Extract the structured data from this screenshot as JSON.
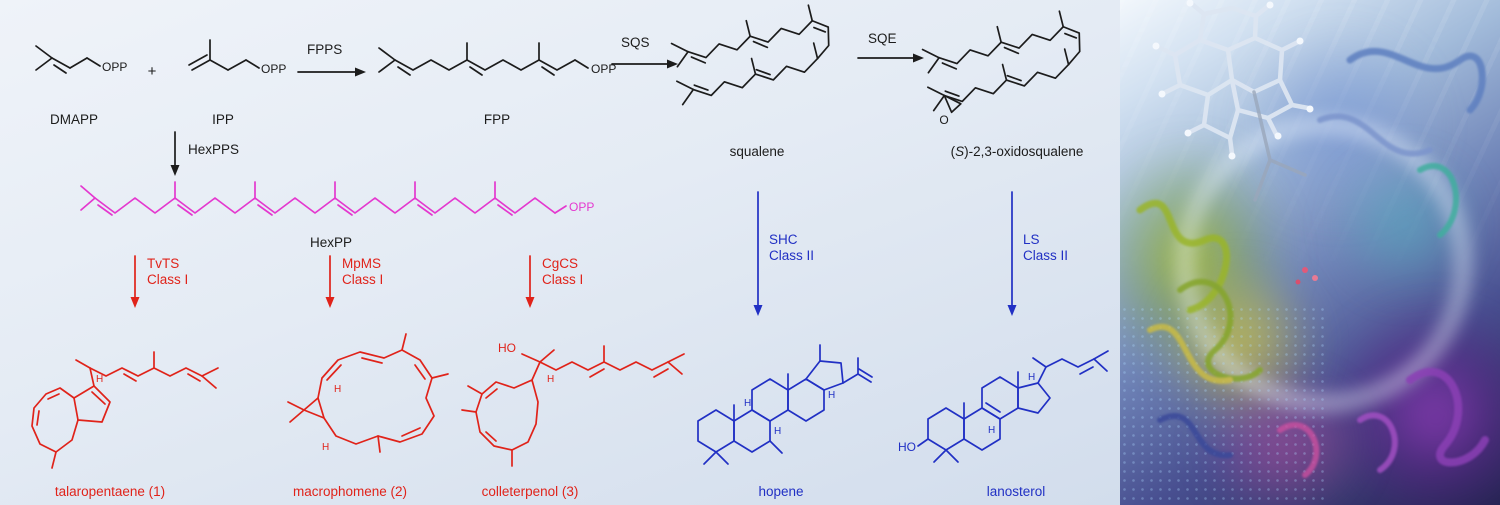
{
  "colors": {
    "structure_black": "#1c1c1c",
    "structure_red": "#e0231a",
    "structure_magenta": "#e438cf",
    "structure_blue": "#2130c4",
    "background_top": "#eff3f9",
    "background_bottom": "#cdd9ea"
  },
  "compounds": {
    "dmapp": "DMAPP",
    "ipp": "IPP",
    "fpp": "FPP",
    "squalene": "squalene",
    "oxidosqualene_pre": "(",
    "oxidosqualene_stereo": "S",
    "oxidosqualene_post": ")-2,3-oxidosqualene",
    "hexpp": "HexPP",
    "talaropentaene": "talaropentaene (1)",
    "macrophomene": "macrophomene (2)",
    "colleterpenol": "colleterpenol (3)",
    "hopene": "hopene",
    "lanosterol": "lanosterol"
  },
  "enzymes": {
    "fpps": "FPPS",
    "sqs": "SQS",
    "sqe": "SQE",
    "hexpps": "HexPPS",
    "tvts": "TvTS",
    "mpms": "MpMS",
    "cgcs": "CgCS",
    "shc": "SHC",
    "ls": "LS",
    "class_i": "Class I",
    "class_ii": "Class II"
  },
  "atoms": {
    "opp": "OPP",
    "hydroxyl": "HO",
    "oxygen": "O",
    "hydrogen": "H",
    "plus": "+"
  }
}
